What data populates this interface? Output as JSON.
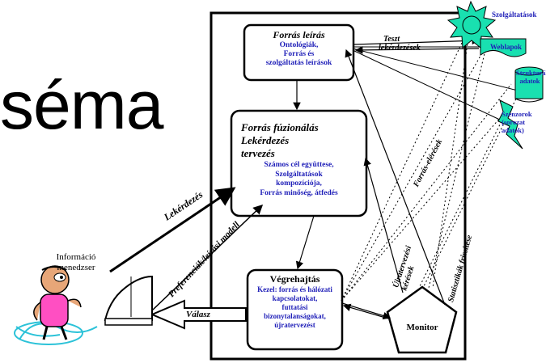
{
  "slide": {
    "title_fragment": "séma",
    "user_label_line1": "Információ",
    "user_label_line2": "menedzser"
  },
  "boxes": {
    "source_desc": {
      "title": "Forrás leírás",
      "body1": "Ontológiák,",
      "body2": "Forrás és",
      "body3": "szolgáltatás leírások"
    },
    "fusion": {
      "title1": "Forrás fúzionálás",
      "title2": "Lekérdezés",
      "title3": "tervezés",
      "body1": "Számos cél együttese,",
      "body2": "Szolgáltatások",
      "body3": "kompozíciója,",
      "body4": "Forrás minőség, átfedés"
    },
    "execution": {
      "title": "Végrehajtás",
      "body1": "Kezel: forrás és hálózati",
      "body2": "kapcsolatokat,",
      "body3": "futtatási",
      "body4": "bizonytalanságokat,",
      "body5": "újratervezést"
    },
    "monitor": "Monitor"
  },
  "sources": {
    "services": "Szolgáltatások",
    "webpages": "Weblapok",
    "structured1": "Strukturált",
    "structured2": "adatok",
    "sensors1": "Szenzorok",
    "sensors2": "(sorozat",
    "sensors3": "adatok)"
  },
  "labels": {
    "test1": "Teszt",
    "test2": "lekérdezések",
    "query": "Lekérdezés",
    "preference": "Preferenciák/leírási modell",
    "answer": "Válasz",
    "source_calls": "Forrás-elérések",
    "replan1": "Újratervezési",
    "replan2": "kérések",
    "stats": "Statisztikák frissítése"
  },
  "colors": {
    "box_border": "#000000",
    "blue_text": "#1f1fb8",
    "source_fill": "#19e0b0"
  }
}
